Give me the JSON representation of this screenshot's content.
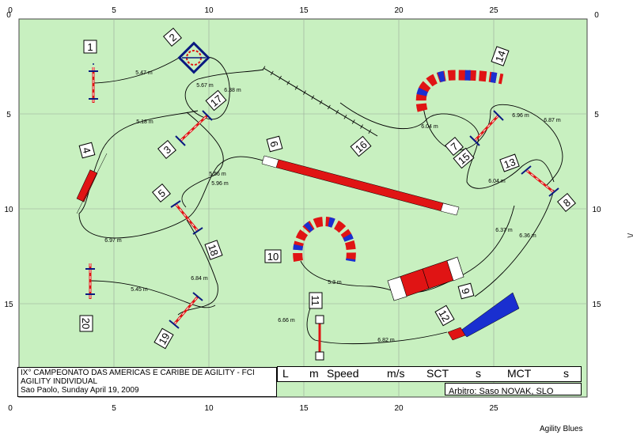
{
  "colors": {
    "field": "#c8f0c0",
    "grid": "#9aa89a",
    "red": "#e01414",
    "blue": "#1a2fd0",
    "navy": "#0a1a80",
    "path": "#000000"
  },
  "axes": {
    "x_ticks": [
      "0",
      "5",
      "10",
      "15",
      "20",
      "25"
    ],
    "y_ticks": [
      "0",
      "5",
      "10",
      "15"
    ]
  },
  "obstacles": [
    {
      "n": "1"
    },
    {
      "n": "2"
    },
    {
      "n": "3"
    },
    {
      "n": "4"
    },
    {
      "n": "5"
    },
    {
      "n": "6"
    },
    {
      "n": "7"
    },
    {
      "n": "8"
    },
    {
      "n": "9"
    },
    {
      "n": "10"
    },
    {
      "n": "11"
    },
    {
      "n": "12"
    },
    {
      "n": "13"
    },
    {
      "n": "14"
    },
    {
      "n": "15"
    },
    {
      "n": "16"
    },
    {
      "n": "17"
    },
    {
      "n": "18"
    },
    {
      "n": "19"
    },
    {
      "n": "20"
    }
  ],
  "distances": [
    "5.47 m",
    "5.67 m",
    "6.38 m",
    "5.18 m",
    "5.56 m",
    "5.96 m",
    "6.97 m",
    "6.84 m",
    "5.45 m",
    "6.04 m",
    "6.96 m",
    "6.87 m",
    "6.04 m",
    "6.37 m",
    "6.36 m",
    "5.3 m",
    "6.66 m",
    "6.82 m"
  ],
  "info": {
    "line1": "IX° CAMPEONATO DAS AMERICAS E CARIBE DE AGILITY - FCI",
    "line2": "AGILITY INDIVIDUAL",
    "line3": "Sao Paolo, Sunday April 19, 2009"
  },
  "speed_bar": {
    "l_label": "L",
    "m_unit": "m",
    "speed_label": "Speed",
    "speed_unit": "m/s",
    "sct_label": "SCT",
    "sct_unit": "s",
    "mct_label": "MCT",
    "mct_unit": "s"
  },
  "judge": "Arbitro: Saso NOVAK, SLO",
  "footer": "Agility Blues",
  "edge_mark": "/\\"
}
